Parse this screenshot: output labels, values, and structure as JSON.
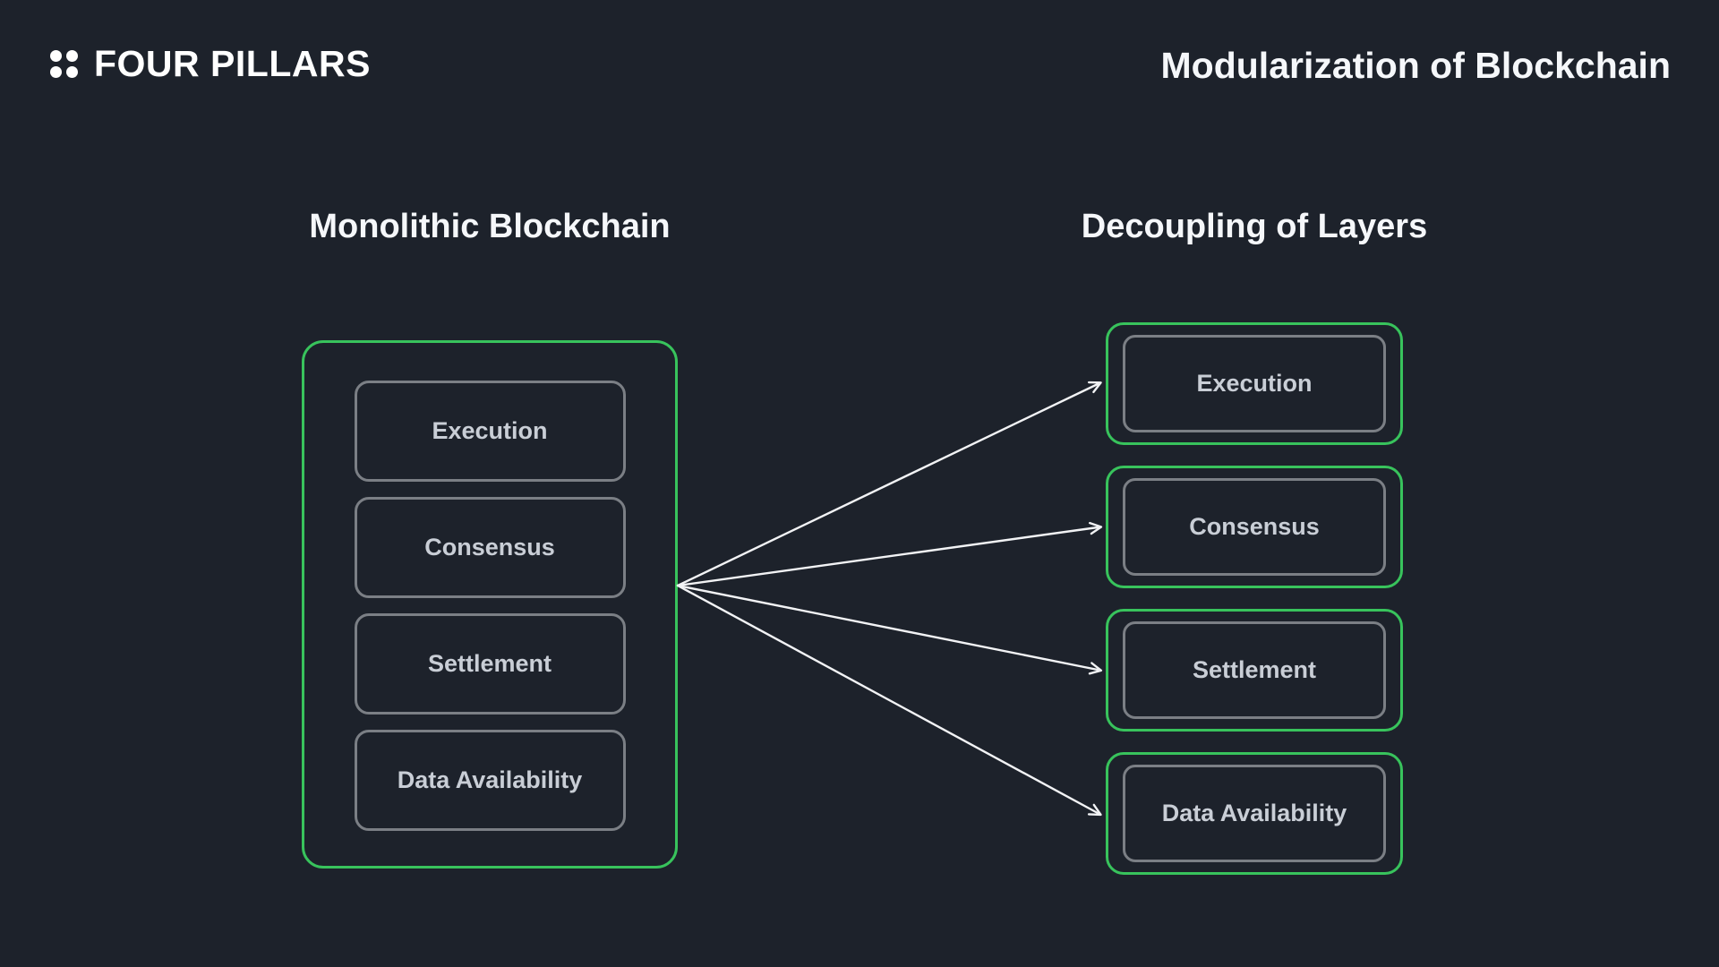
{
  "header": {
    "logo_text": "FOUR PILLARS",
    "logo_icon": "four-dots-icon",
    "title": "Modularization of Blockchain"
  },
  "monolithic": {
    "heading": "Monolithic Blockchain",
    "layers": [
      "Execution",
      "Consensus",
      "Settlement",
      "Data Availability"
    ]
  },
  "modular": {
    "heading": "Decoupling of Layers",
    "layers": [
      "Execution",
      "Consensus",
      "Settlement",
      "Data Availability"
    ]
  },
  "diagram": {
    "arrow_count": 4,
    "arrow_description": "four arrows fan out from right edge of monolithic container to each decoupled layer box"
  },
  "colors": {
    "background": "#1d222b",
    "accent_green": "#38c35c",
    "box_border_gray": "#7b7f85",
    "label_text": "#c9ced6",
    "heading_text": "#f5f7fa",
    "arrow_white": "#f2f3f5"
  }
}
